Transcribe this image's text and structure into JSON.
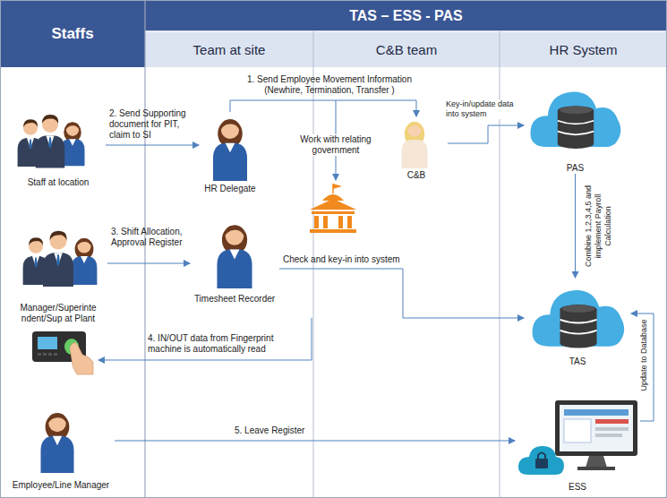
{
  "diagram": {
    "title": "TAS – ESS - PAS",
    "nodes": [
      {
        "text": [
          "Staffs"
        ]
      },
      {
        "text": [
          "Team at site"
        ]
      },
      {
        "text": [
          "C&B team"
        ]
      },
      {
        "text": [
          "HR System"
        ]
      },
      {
        "text": [
          "Staff at location"
        ]
      },
      {
        "text": [
          "HR Delegate"
        ]
      },
      {
        "text": [
          "C&B"
        ]
      },
      {
        "text": [
          "PAS"
        ]
      },
      {
        "text": [
          "Manager/Superinte ndent/Sup at Plant"
        ]
      },
      {
        "text": [
          "Timesheet Recorder"
        ]
      },
      {
        "text": [
          "TAS"
        ]
      },
      {
        "text": [
          "ESS"
        ]
      },
      {
        "text": [
          "Employee/Line Manager"
        ]
      }
    ],
    "edges": [
      {
        "from": 4,
        "to": 5,
        "label": "2. Send Supporting document for PIT, claim to SI",
        "arrow": "to"
      },
      {
        "from": 5,
        "to": 6,
        "label": "1. Send Employee Movement Information (Newhire, Termination, Transfer )",
        "arrow": "to"
      },
      {
        "from": 6,
        "to": 7,
        "label": "Key-in/update data into system",
        "arrow": "to"
      },
      {
        "from": 7,
        "to": 10,
        "label": "Combine 1,2,3,4,5 and implement Payroll Calculation",
        "arrow": "to"
      },
      {
        "from": 8,
        "to": 9,
        "label": "3. Shift Allocation, Approval Register",
        "arrow": "to"
      },
      {
        "from": 9,
        "to": 10,
        "label": "Check and key-in into system",
        "arrow": "to"
      },
      {
        "from": 12,
        "to": 11,
        "label": "5. Leave Register",
        "arrow": "to"
      },
      {
        "from": 11,
        "to": 10,
        "label": "Update to Database",
        "arrow": "to"
      }
    ],
    "labels": [
      "Work with relating government",
      "4. IN/OUT data from Fingerprint machine is automatically read"
    ]
  }
}
